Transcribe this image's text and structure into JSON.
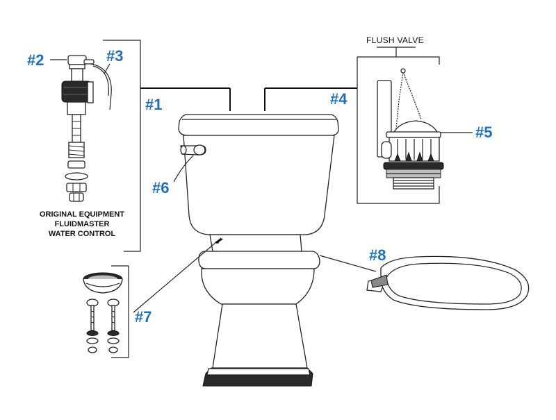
{
  "theme": {
    "callout_color": "#1f6fbf",
    "line_color": "#222222",
    "background": "#ffffff"
  },
  "callouts": {
    "p1": "#1",
    "p2": "#2",
    "p3": "#3",
    "p4": "#4",
    "p5": "#5",
    "p6": "#6",
    "p7": "#7",
    "p8": "#8"
  },
  "flush_valve": {
    "label": "FLUSH VALVE"
  },
  "fill_valve": {
    "caption": [
      "ORIGINAL EQUIPMENT",
      "FLUIDMASTER",
      "WATER CONTROL"
    ]
  }
}
